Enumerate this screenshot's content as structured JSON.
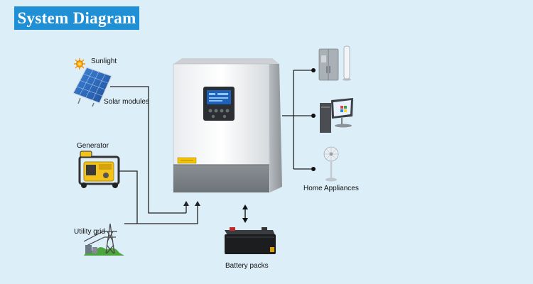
{
  "title": "System Diagram",
  "labels": {
    "sunlight": "Sunlight",
    "solar_modules": "Solar modules",
    "generator": "Generator",
    "utility_grid": "Utility grid",
    "home_appliances": "Home Appliances",
    "battery_packs": "Battery packs"
  },
  "colors": {
    "background": "#dceef8",
    "title_bar": "#1f8fd6",
    "title_text": "#ffffff",
    "lines": "#222222",
    "generator_body": "#f2c21a",
    "solar_panel": "#2d6fc4"
  },
  "icons": [
    "sun-icon",
    "solar-panel-icon",
    "generator-icon",
    "power-tower-icon",
    "inverter-device",
    "refrigerator-icon",
    "fan-icon",
    "computer-icon",
    "battery-icon",
    "double-arrow-icon"
  ]
}
